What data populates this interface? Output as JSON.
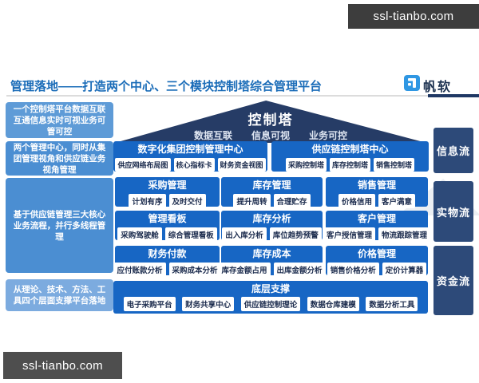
{
  "watermark": {
    "text": "ssl-tianbo.com"
  },
  "header": {
    "title": "管理落地——打造两个中心、三个模块控制塔综合管理平台",
    "logo_text": "帆软"
  },
  "notes": [
    "一个控制塔平台数据互联互通信息实时可视业务可管可控",
    "两个管理中心，同时从集团管理视角和供应链业务视角管理",
    "基于供应链管理三大核心业务流程，并行多线程管理",
    "从理论、技术、方法、工具四个层面支撑平台落地"
  ],
  "flows": [
    "信息流",
    "实物流",
    "资金流"
  ],
  "roof": {
    "title": "控制塔",
    "features": [
      "数据互联",
      "信息可视",
      "业务可控"
    ]
  },
  "centers": [
    {
      "title": "数字化集团控制管理中心",
      "items": [
        "供应网络布局图",
        "核心指标卡",
        "财务资金视图"
      ]
    },
    {
      "title": "供应链控制塔中心",
      "items": [
        "采购控制塔",
        "库存控制塔",
        "销售控制塔"
      ]
    }
  ],
  "modules": {
    "rows": [
      [
        {
          "title": "采购管理",
          "items": [
            "计划有序",
            "及时交付"
          ]
        },
        {
          "title": "库存管理",
          "items": [
            "提升周转",
            "合理贮存"
          ]
        },
        {
          "title": "销售管理",
          "items": [
            "价格信用",
            "客户满意"
          ]
        }
      ],
      [
        {
          "title": "管理看板",
          "items": [
            "采购驾驶舱",
            "综合管理看板"
          ]
        },
        {
          "title": "库存分析",
          "items": [
            "出入库分析",
            "库位趋势预警"
          ]
        },
        {
          "title": "客户管理",
          "items": [
            "客户授信管理",
            "物流跟踪管理"
          ]
        }
      ],
      [
        {
          "title": "财务付款",
          "items": [
            "应付账款分析",
            "采购成本分析"
          ]
        },
        {
          "title": "库存成本",
          "items": [
            "库存金额占用",
            "出库金额分析"
          ]
        },
        {
          "title": "价格管理",
          "items": [
            "销售价格分析",
            "定价计算器"
          ]
        }
      ]
    ]
  },
  "foundation": {
    "title": "底层支撑",
    "items": [
      "电子采购平台",
      "财务共享中心",
      "供应链控制理论",
      "数据仓库建模",
      "数据分析工具"
    ]
  },
  "colors": {
    "title_blue": "#1a6cb8",
    "module_blue": "#1766c4",
    "roof_navy": "#263c66",
    "flow_navy": "#2d4a79",
    "note_blue": "#4b8ed2",
    "note_light_blue": "#7cabdf",
    "watermark_gray": "#3d3d3d",
    "chip_text": "#1b2b4d"
  }
}
